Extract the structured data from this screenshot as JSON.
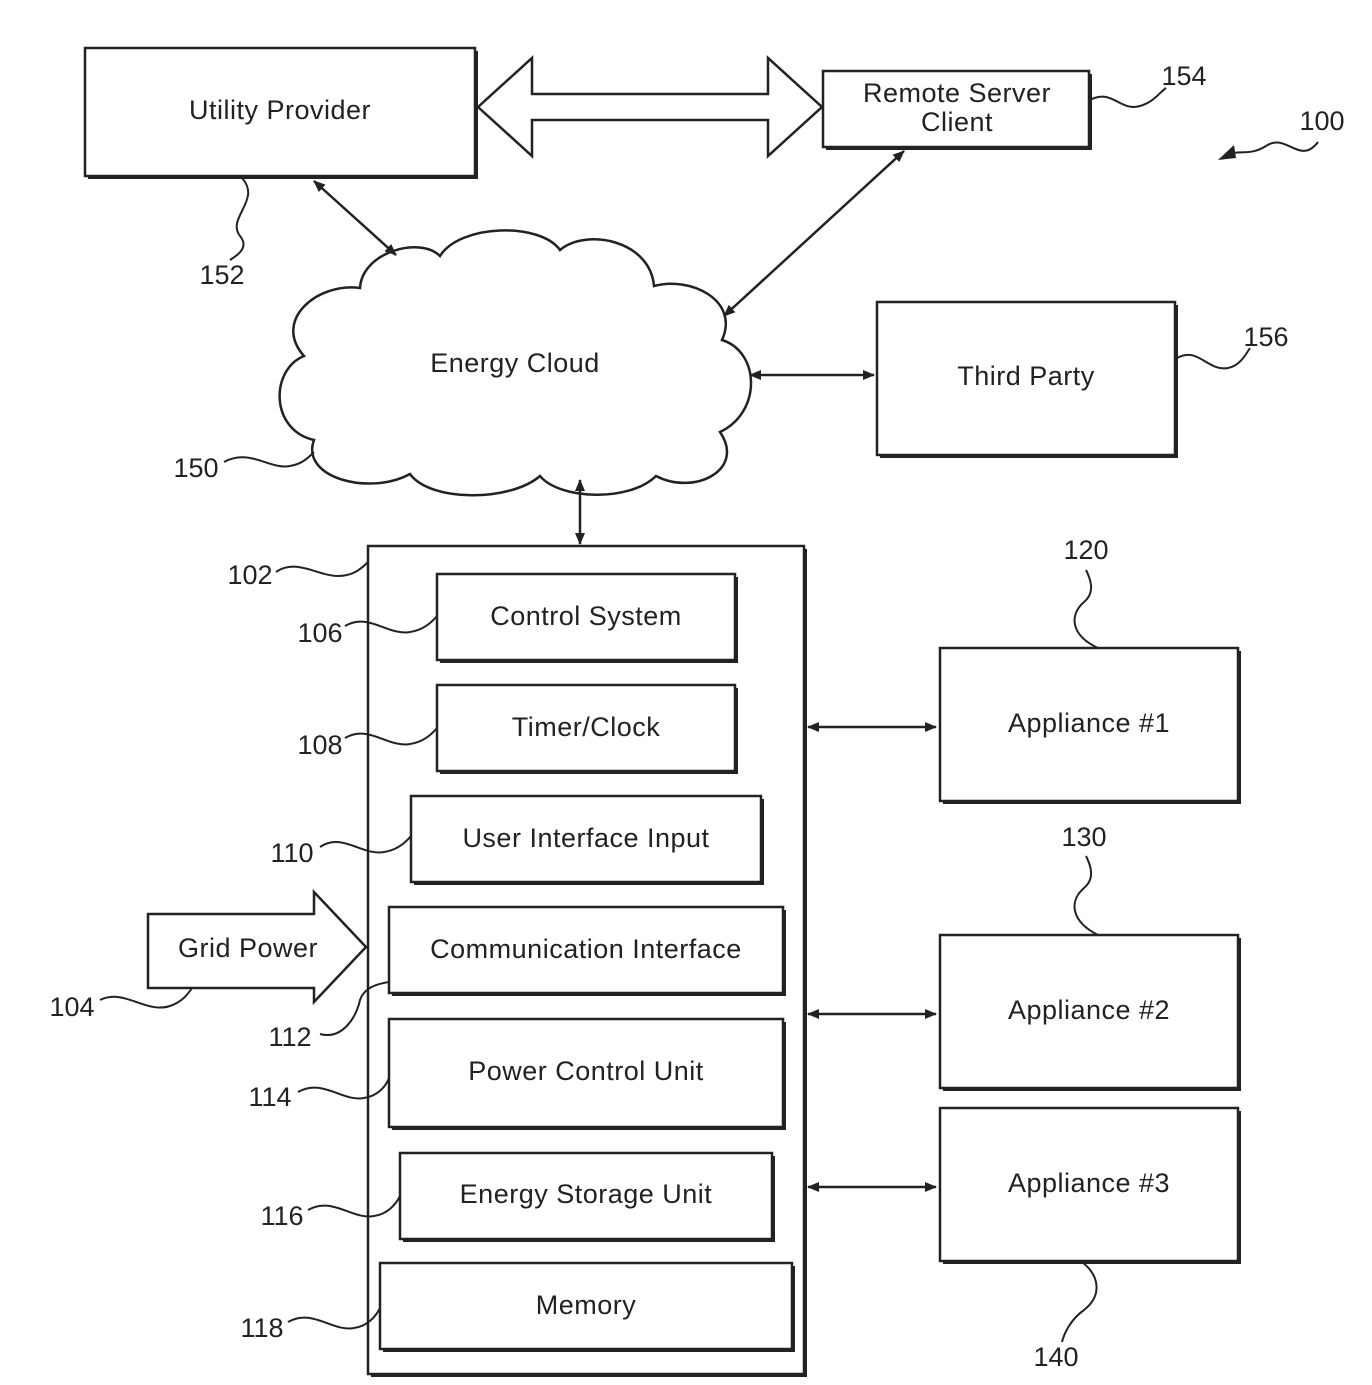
{
  "figure_ref": "100",
  "boxes": {
    "utility_provider": {
      "label": "Utility Provider",
      "ref": "152"
    },
    "remote_server": {
      "label_line1": "Remote Server",
      "label_line2": "Client",
      "ref": "154"
    },
    "energy_cloud": {
      "label": "Energy Cloud",
      "ref": "150"
    },
    "third_party": {
      "label": "Third Party",
      "ref": "156"
    },
    "controller": {
      "ref": "102"
    },
    "control_system": {
      "label": "Control System",
      "ref": "106"
    },
    "timer_clock": {
      "label": "Timer/Clock",
      "ref": "108"
    },
    "user_interface_input": {
      "label": "User Interface Input",
      "ref": "110"
    },
    "communication_interface": {
      "label": "Communication Interface",
      "ref": "112"
    },
    "power_control_unit": {
      "label": "Power Control Unit",
      "ref": "114"
    },
    "energy_storage_unit": {
      "label": "Energy Storage Unit",
      "ref": "116"
    },
    "memory": {
      "label": "Memory",
      "ref": "118"
    },
    "grid_power": {
      "label": "Grid Power",
      "ref": "104"
    },
    "appliance_1": {
      "label": "Appliance #1",
      "ref": "120"
    },
    "appliance_2": {
      "label": "Appliance #2",
      "ref": "130"
    },
    "appliance_3": {
      "label": "Appliance #3",
      "ref": "140"
    }
  }
}
